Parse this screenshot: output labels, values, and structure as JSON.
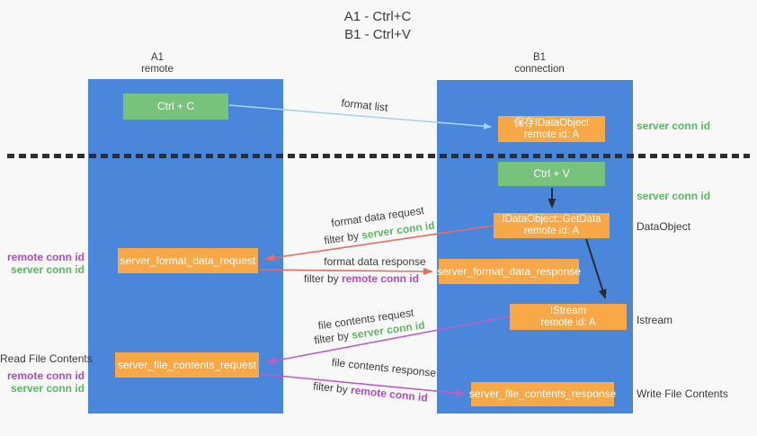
{
  "title": {
    "line1": "A1 - Ctrl+C",
    "line2": "B1 - Ctrl+V"
  },
  "lanes": {
    "left": {
      "name": "A1",
      "role": "remote"
    },
    "right": {
      "name": "B1",
      "role": "connection"
    }
  },
  "nodes": {
    "ctrl_c": {
      "label": "Ctrl + C"
    },
    "ctrl_v": {
      "label": "Ctrl + V"
    },
    "save_idataobject": {
      "line1": "保存IDataObject",
      "line2": "remote id: A"
    },
    "getdata": {
      "line1": "IDataObject::GetData",
      "line2": "remote id: A"
    },
    "istream": {
      "line1": "IStream",
      "line2": "remote id: A"
    },
    "server_format_data_request": {
      "label": "server_format_data_request"
    },
    "server_format_data_response": {
      "label": "server_format_data_response"
    },
    "server_file_contents_request": {
      "label": "server_file_contents_request"
    },
    "server_file_contents_response": {
      "label": "server_file_contents_response"
    }
  },
  "arrow_labels": {
    "format_list": "format list",
    "format_data_request": "format data request",
    "format_data_response": "format data response",
    "file_contents_request": "file contents request",
    "file_contents_response": "file contents response",
    "filter_by": "filter by ",
    "server_conn_id": "server conn id",
    "remote_conn_id": "remote conn id"
  },
  "side_labels": {
    "left": {
      "format_remote": "remote conn id",
      "format_server": "server conn id",
      "read_file": "Read File Contents",
      "file_remote": "remote conn id",
      "file_server": "server conn id"
    },
    "right": {
      "server_conn_id_top": "server conn id",
      "server_conn_id_mid": "server conn id",
      "dataobject": "DataObject",
      "istream": "Istream",
      "write_file": "Write File Contents"
    }
  },
  "colors": {
    "lane_blue": "#4A86D9",
    "node_green": "#77C37C",
    "node_orange": "#F9A847",
    "arrow_red": "#EC6A5F",
    "arrow_magenta": "#BB5FCA",
    "arrow_light_blue": "#A8D2F0",
    "arrow_black": "#2B2B2B",
    "text_green": "#5CB862",
    "text_purple": "#AB4FC5",
    "text_dark": "#3A3A3A",
    "background": "#F8F8F8"
  }
}
